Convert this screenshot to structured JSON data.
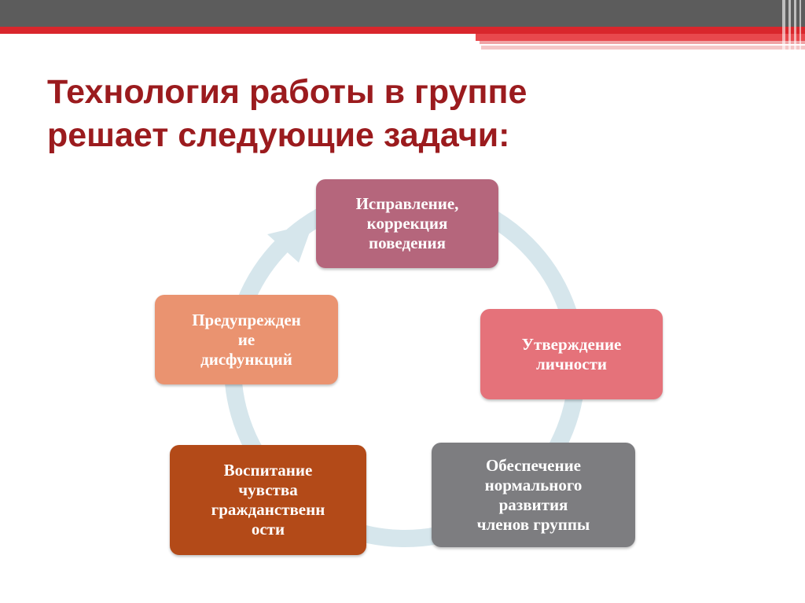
{
  "slide": {
    "title_lines": [
      "Технология работы в группе",
      "решает следующие задачи:"
    ]
  },
  "diagram": {
    "type": "cycle",
    "nodes": [
      {
        "label": "Исправление,\nкоррекция\nповедения",
        "color": "#b5667c"
      },
      {
        "label": "Утверждение\nличности",
        "color": "#e5727a"
      },
      {
        "label": "Обеспечение\nнормального\nразвития\nчленов группы",
        "color": "#7d7d80"
      },
      {
        "label": "Воспитание\nчувства\nгражданственн\nости",
        "color": "#b34a18"
      },
      {
        "label": "Предупрежден\nие\nдисфункций",
        "color": "#ea9370"
      }
    ],
    "ring_color": "#d6e6ec"
  },
  "theme": {
    "title_color": "#9b1b1e",
    "bar_dark": "#5a5a5a",
    "bar_accent": "#d9262c"
  }
}
